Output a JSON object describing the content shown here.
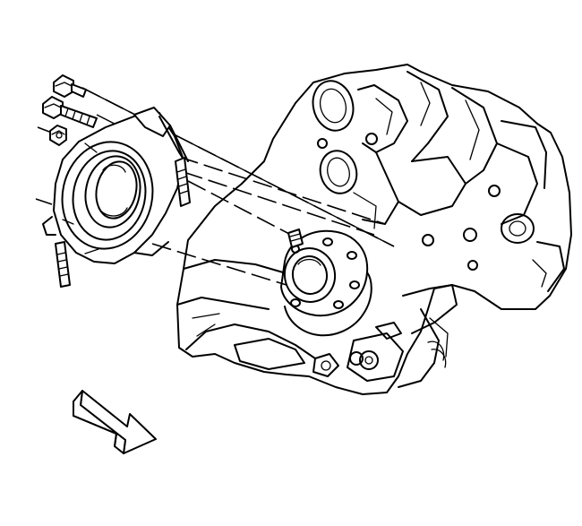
{
  "diagram": {
    "colors": {
      "line": "#000000",
      "background": "#ffffff"
    },
    "parts": [
      {
        "id": "engine-block",
        "icon": "engine-block-icon"
      },
      {
        "id": "rear-crankshaft-oil-seal-housing",
        "icon": "seal-housing-icon"
      },
      {
        "id": "housing-bolts",
        "icon": "bolt-icon",
        "count": 3
      },
      {
        "id": "housing-studs",
        "icon": "stud-icon",
        "count": 2
      },
      {
        "id": "crankshaft-flange",
        "icon": "crankshaft-flange-icon"
      },
      {
        "id": "direction-arrow",
        "icon": "arrow-right-icon"
      }
    ]
  }
}
